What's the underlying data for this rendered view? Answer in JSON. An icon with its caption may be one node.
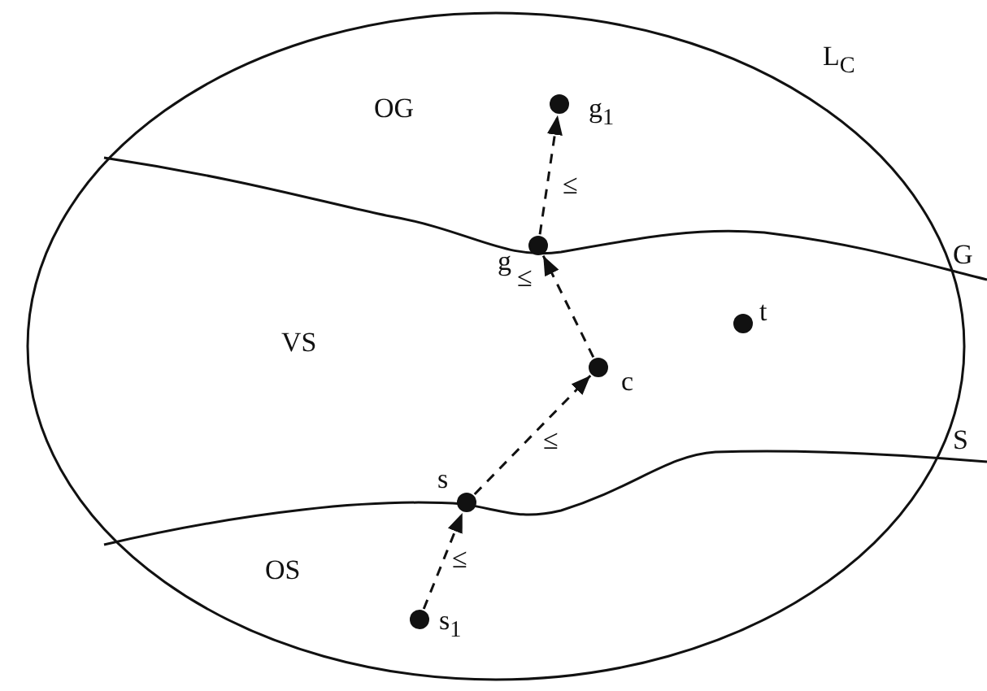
{
  "diagram": {
    "nodes": [
      {
        "text": [],
        "shape": "circle",
        "beside": [
          "g$_{1}$"
        ]
      },
      {
        "text": [],
        "shape": "circle",
        "beside": [
          "g"
        ]
      },
      {
        "text": [],
        "shape": "circle",
        "beside": [
          "c"
        ]
      },
      {
        "text": [],
        "shape": "circle",
        "beside": [
          "t"
        ]
      },
      {
        "text": [],
        "shape": "circle",
        "beside": [
          "s"
        ]
      },
      {
        "text": [],
        "shape": "circle",
        "beside": [
          "s$_{1}$"
        ]
      }
    ],
    "edges": [
      {
        "from": 5,
        "to": 4,
        "arrow": "to",
        "label": "≤",
        "style": "dashed"
      },
      {
        "from": 4,
        "to": 2,
        "arrow": "to",
        "label": "≤",
        "style": "dashed"
      },
      {
        "from": 2,
        "to": 1,
        "arrow": "to",
        "label": "≤",
        "style": "dashed"
      },
      {
        "from": 1,
        "to": 0,
        "arrow": "to",
        "label": "≤",
        "style": "dashed"
      }
    ],
    "labels": [
      "L$_{C}$",
      "OG",
      "G",
      "VS",
      "S",
      "OS"
    ]
  }
}
